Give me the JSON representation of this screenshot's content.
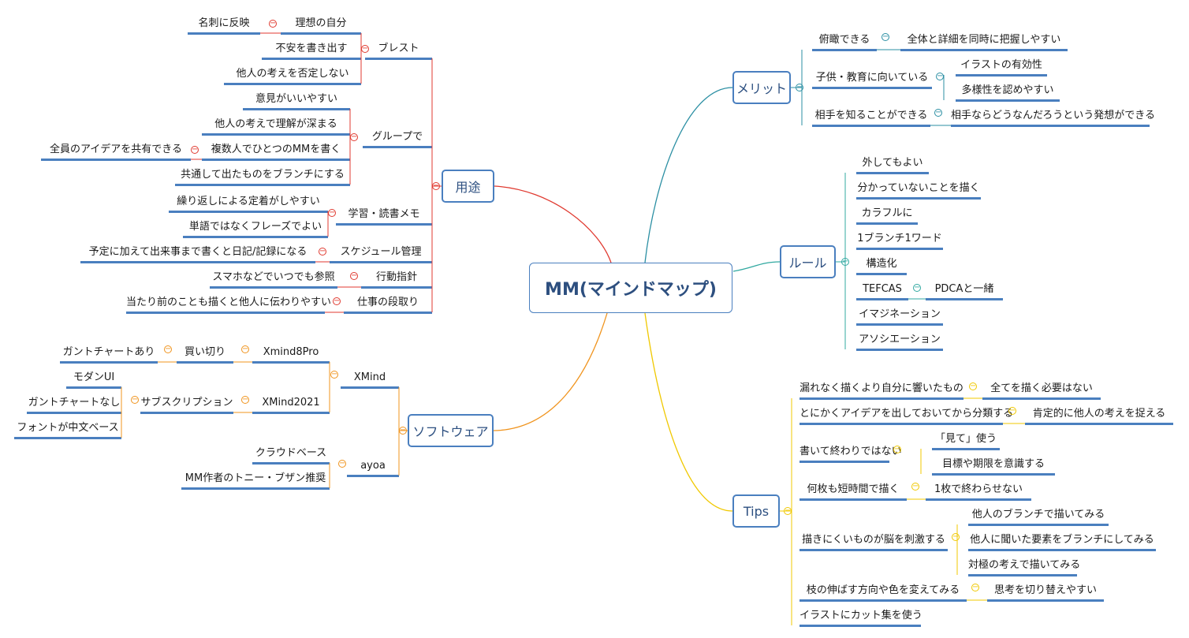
{
  "root": "MM(マインドマップ)",
  "colors": {
    "underline": "#4a7fbf",
    "use": "#e03a30",
    "software": "#f0941e",
    "merit": "#2b8fa3",
    "rule": "#30a8a0",
    "tips": "#f0c800"
  },
  "branches": {
    "use": {
      "label": "用途",
      "children": [
        {
          "label": "ブレスト",
          "children": [
            {
              "label": "理想の自分",
              "children": [
                {
                  "label": "名刺に反映"
                }
              ]
            },
            {
              "label": "不安を書き出す"
            },
            {
              "label": "他人の考えを否定しない"
            }
          ]
        },
        {
          "label": "グループで",
          "children": [
            {
              "label": "意見がいいやすい"
            },
            {
              "label": "他人の考えで理解が深まる"
            },
            {
              "label": "複数人でひとつのMMを書く",
              "children": [
                {
                  "label": "全員のアイデアを共有できる"
                }
              ]
            },
            {
              "label": "共通して出たものをブランチにする"
            }
          ]
        },
        {
          "label": "学習・読書メモ",
          "children": [
            {
              "label": "繰り返しによる定着がしやすい"
            },
            {
              "label": "単語ではなくフレーズでよい"
            }
          ]
        },
        {
          "label": "スケジュール管理",
          "children": [
            {
              "label": "予定に加えて出来事まで書くと日記/記録になる"
            }
          ]
        },
        {
          "label": "行動指針",
          "children": [
            {
              "label": "スマホなどでいつでも参照"
            }
          ]
        },
        {
          "label": "仕事の段取り",
          "children": [
            {
              "label": "当たり前のことも描くと他人に伝わりやすい"
            }
          ]
        }
      ]
    },
    "software": {
      "label": "ソフトウェア",
      "children": [
        {
          "label": "XMind",
          "children": [
            {
              "label": "Xmind8Pro",
              "children": [
                {
                  "label": "買い切り",
                  "children": [
                    {
                      "label": "ガントチャートあり"
                    }
                  ]
                }
              ]
            },
            {
              "label": "XMind2021",
              "children": [
                {
                  "label": "サブスクリプション",
                  "children": [
                    {
                      "label": "モダンUI"
                    },
                    {
                      "label": "ガントチャートなし"
                    },
                    {
                      "label": "フォントが中文ベース"
                    }
                  ]
                }
              ]
            }
          ]
        },
        {
          "label": "ayoa",
          "children": [
            {
              "label": "クラウドベース"
            },
            {
              "label": "MM作者のトニー・ブザン推奨"
            }
          ]
        }
      ]
    },
    "merit": {
      "label": "メリット",
      "children": [
        {
          "label": "俯瞰できる",
          "children": [
            {
              "label": "全体と詳細を同時に把握しやすい"
            }
          ]
        },
        {
          "label": "子供・教育に向いている",
          "children": [
            {
              "label": "イラストの有効性"
            },
            {
              "label": "多様性を認めやすい"
            }
          ]
        },
        {
          "label": "相手を知ることができる",
          "children": [
            {
              "label": "相手ならどうなんだろうという発想ができる"
            }
          ]
        }
      ]
    },
    "rule": {
      "label": "ルール",
      "children": [
        {
          "label": "外してもよい"
        },
        {
          "label": "分かっていないことを描く"
        },
        {
          "label": "カラフルに"
        },
        {
          "label": "1ブランチ1ワード"
        },
        {
          "label": "構造化"
        },
        {
          "label": "TEFCAS",
          "children": [
            {
              "label": "PDCAと一緒"
            }
          ]
        },
        {
          "label": "イマジネーション"
        },
        {
          "label": "アソシエーション"
        }
      ]
    },
    "tips": {
      "label": "Tips",
      "children": [
        {
          "label": "漏れなく描くより自分に響いたもの",
          "children": [
            {
              "label": "全てを描く必要はない"
            }
          ]
        },
        {
          "label": "とにかくアイデアを出しておいてから分類する",
          "children": [
            {
              "label": "肯定的に他人の考えを捉える"
            }
          ]
        },
        {
          "label": "書いて終わりではない",
          "children": [
            {
              "label": "「見て」使う"
            },
            {
              "label": "目標や期限を意識する"
            }
          ]
        },
        {
          "label": "何枚も短時間で描く",
          "children": [
            {
              "label": "1枚で終わらせない"
            }
          ]
        },
        {
          "label": "描きにくいものが脳を刺激する",
          "children": [
            {
              "label": "他人のブランチで描いてみる"
            },
            {
              "label": "他人に聞いた要素をブランチにしてみる"
            },
            {
              "label": "対極の考えで描いてみる"
            }
          ]
        },
        {
          "label": "枝の伸ばす方向や色を変えてみる",
          "children": [
            {
              "label": "思考を切り替えやすい"
            }
          ]
        },
        {
          "label": "イラストにカット集を使う"
        }
      ]
    }
  }
}
